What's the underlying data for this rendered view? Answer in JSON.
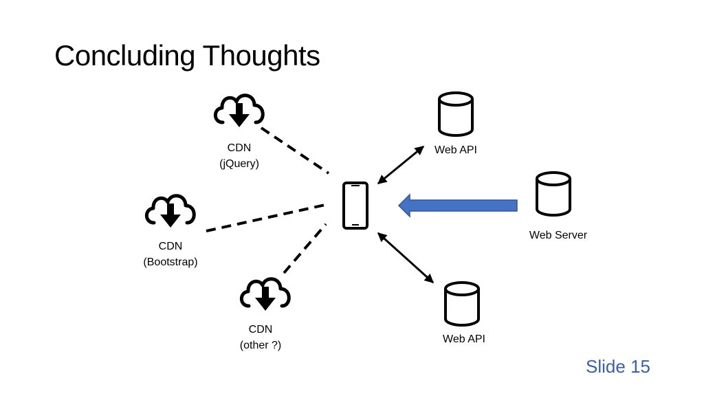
{
  "slide": {
    "title": "Concluding Thoughts",
    "number_label": "Slide 15",
    "accent_color": "#3a5fae"
  },
  "nodes": {
    "cdn_jquery": {
      "line1": "CDN",
      "line2": "(jQuery)",
      "icon": "cloud-download-icon"
    },
    "cdn_bootstrap": {
      "line1": "CDN",
      "line2": "(Bootstrap)",
      "icon": "cloud-download-icon"
    },
    "cdn_other": {
      "line1": "CDN",
      "line2": "(other ?)",
      "icon": "cloud-download-icon"
    },
    "web_api_top": {
      "label": "Web API",
      "icon": "database-icon"
    },
    "web_api_bottom": {
      "label": "Web API",
      "icon": "database-icon"
    },
    "web_server": {
      "label": "Web Server",
      "icon": "database-icon"
    },
    "client": {
      "icon": "smartphone-icon"
    }
  },
  "connections": [
    {
      "from": "cdn_jquery",
      "to": "client",
      "style": "dashed"
    },
    {
      "from": "cdn_bootstrap",
      "to": "client",
      "style": "dashed"
    },
    {
      "from": "cdn_other",
      "to": "client",
      "style": "dashed"
    },
    {
      "from": "client",
      "to": "web_api_top",
      "style": "double-arrow"
    },
    {
      "from": "client",
      "to": "web_api_bottom",
      "style": "double-arrow"
    },
    {
      "from": "web_server",
      "to": "client",
      "style": "block-arrow",
      "color": "#4472c4"
    }
  ]
}
